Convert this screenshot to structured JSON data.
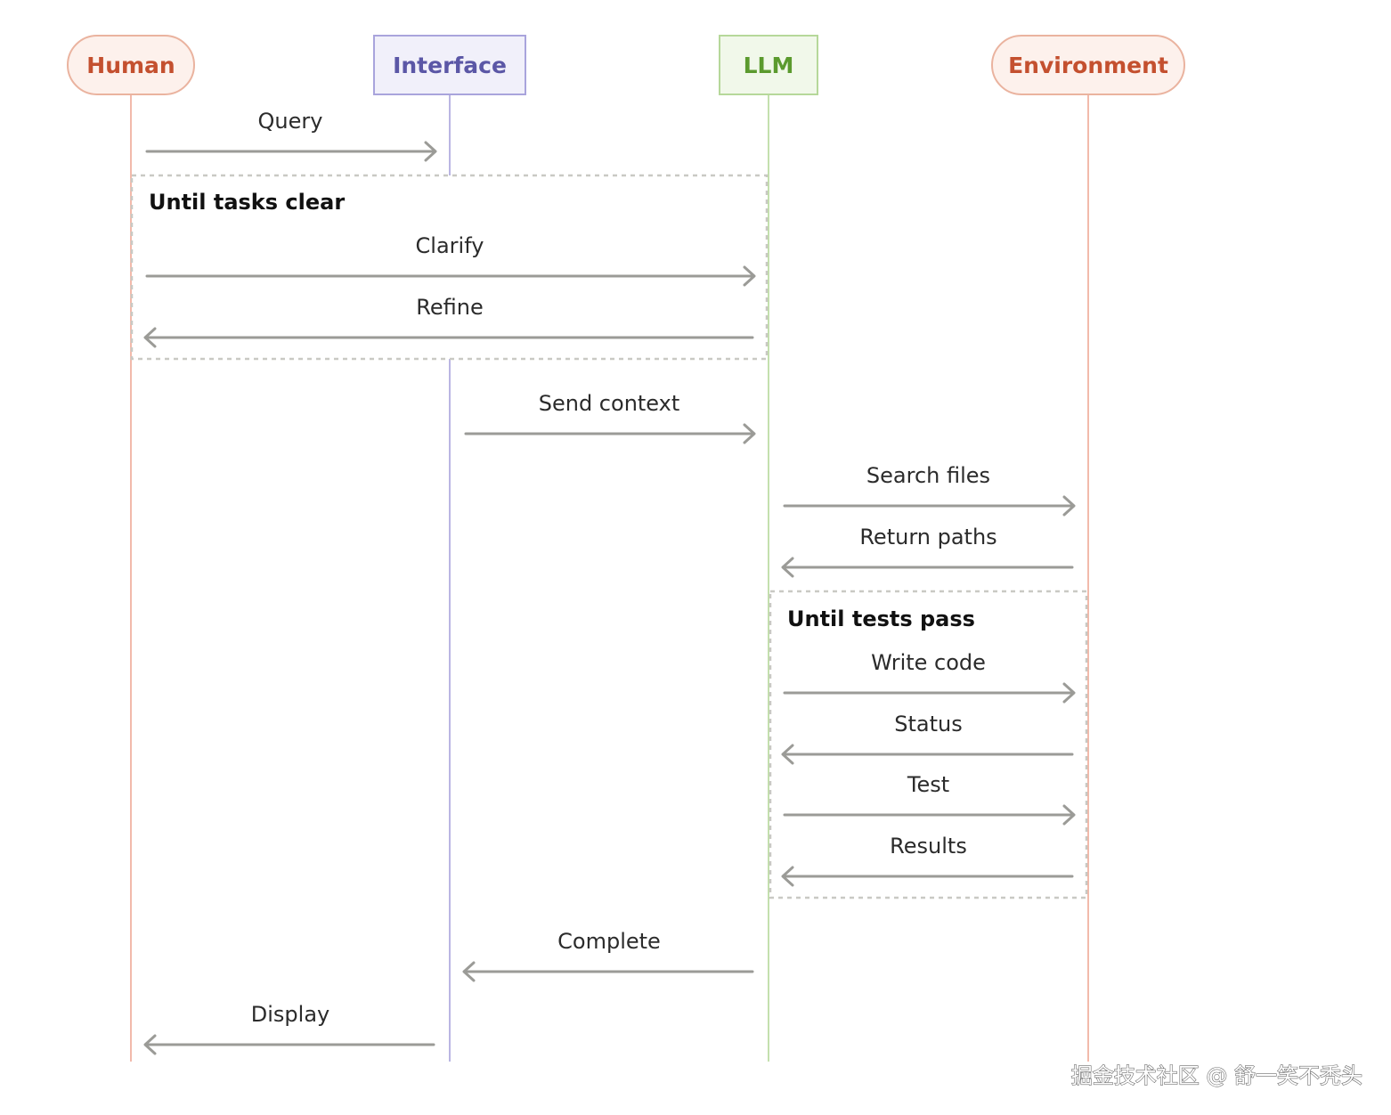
{
  "actors": [
    {
      "id": "human",
      "label": "Human",
      "color": "#c4502f",
      "fill": "#fdf1ec",
      "border": "#eab39f",
      "line": "#efa896",
      "shape": "pill"
    },
    {
      "id": "interface",
      "label": "Interface",
      "color": "#5b57a6",
      "fill": "#f1f0fa",
      "border": "#a9a4dc",
      "line": "#a9a4dc",
      "shape": "rect"
    },
    {
      "id": "llm",
      "label": "LLM",
      "color": "#5b9a2e",
      "fill": "#f1f8ea",
      "border": "#b6d89a",
      "line": "#b6d89a",
      "shape": "rect"
    },
    {
      "id": "environment",
      "label": "Environment",
      "color": "#c4502f",
      "fill": "#fdf1ec",
      "border": "#eab39f",
      "line": "#efa896",
      "shape": "pill"
    }
  ],
  "loops": [
    {
      "label": "Until tasks clear"
    },
    {
      "label": "Until tests pass"
    }
  ],
  "messages": [
    {
      "label": "Query",
      "from": "human",
      "to": "interface"
    },
    {
      "label": "Clarify",
      "from": "human",
      "to": "llm"
    },
    {
      "label": "Refine",
      "from": "llm",
      "to": "human"
    },
    {
      "label": "Send context",
      "from": "interface",
      "to": "llm"
    },
    {
      "label": "Search files",
      "from": "llm",
      "to": "environment"
    },
    {
      "label": "Return paths",
      "from": "environment",
      "to": "llm"
    },
    {
      "label": "Write code",
      "from": "llm",
      "to": "environment"
    },
    {
      "label": "Status",
      "from": "environment",
      "to": "llm"
    },
    {
      "label": "Test",
      "from": "llm",
      "to": "environment"
    },
    {
      "label": "Results",
      "from": "environment",
      "to": "llm"
    },
    {
      "label": "Complete",
      "from": "llm",
      "to": "interface"
    },
    {
      "label": "Display",
      "from": "interface",
      "to": "human"
    }
  ],
  "watermark": "掘金技术社区 @ 舒一笑不秃头",
  "colors": {
    "arrow": "#9b9b97",
    "loop_border": "#c9c9c4"
  }
}
